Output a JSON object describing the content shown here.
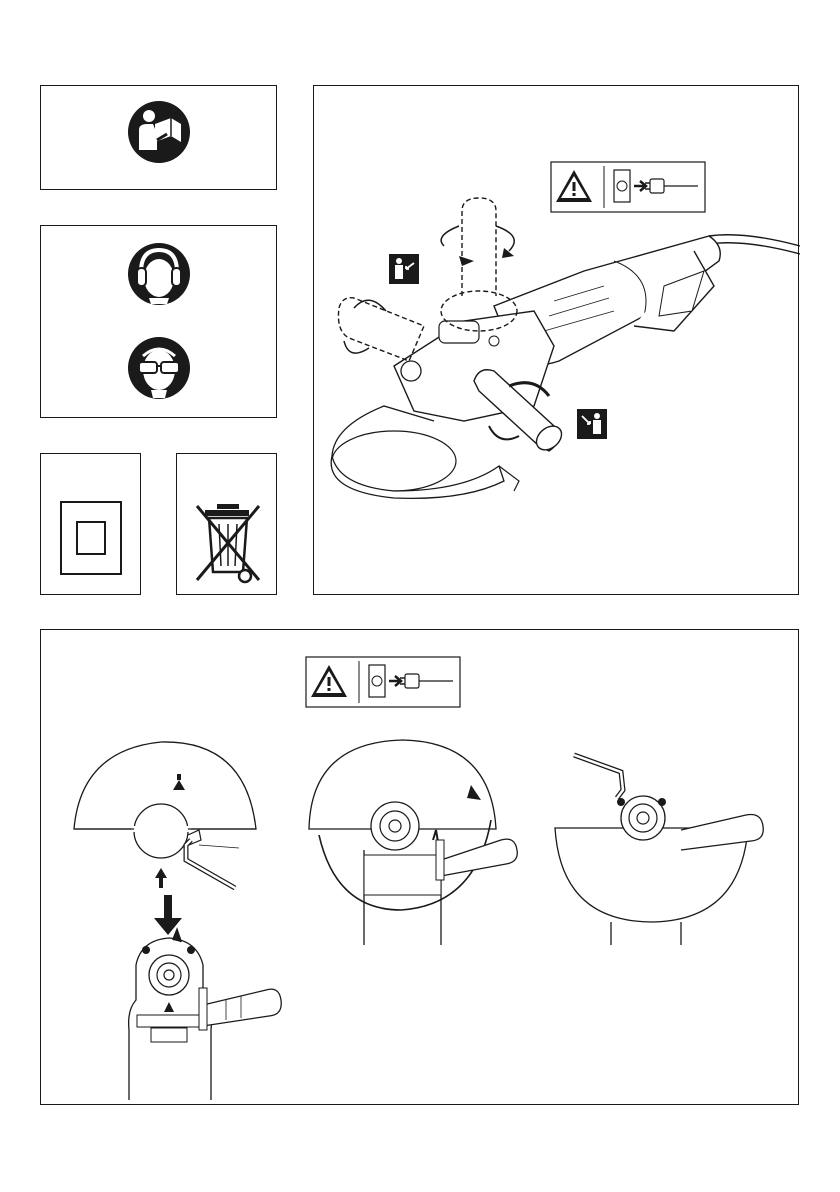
{
  "page": {
    "background": "#ffffff",
    "ink": "#1a1a1a"
  },
  "panels": [
    {
      "name": "read-manual-panel",
      "icon": "read-manual-icon"
    },
    {
      "name": "ppe-panel",
      "icons": [
        "ear-protection-icon",
        "eye-protection-icon"
      ]
    },
    {
      "name": "double-insulation-panel",
      "icon": "double-insulation-icon"
    },
    {
      "name": "weee-panel",
      "icon": "crossed-bin-icon"
    },
    {
      "name": "auxiliary-handle-panel",
      "icons": [
        "warning-triangle-icon",
        "socket-icon",
        "plug-icon",
        "person-icon",
        "rotate-arrow-icon"
      ]
    },
    {
      "name": "guard-mounting-panel",
      "icons": [
        "warning-triangle-icon",
        "socket-icon",
        "plug-icon",
        "hex-key-icon",
        "arrow-down-icon",
        "arrow-up-icon"
      ]
    }
  ]
}
